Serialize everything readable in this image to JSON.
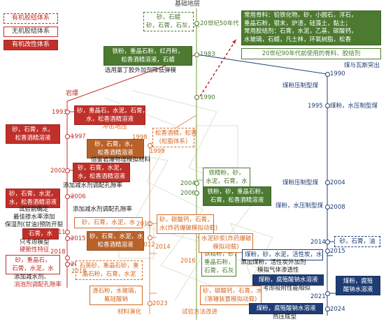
{
  "title": "基础地层",
  "legend": [
    {
      "label": "有机胶结体系"
    },
    {
      "label": "无机胶结体系"
    },
    {
      "label": "有机改性体系"
    }
  ],
  "branch_labels": {
    "rockburst": "岩爆",
    "impact": "冲击地压",
    "coal_gas": "煤与瓦斯突出",
    "material": "材料演化",
    "method": "试验方法改进"
  },
  "center": {
    "boxes": [
      {
        "lines": [
          "砂，石蜡",
          "砂，石膏，石灰，水"
        ]
      },
      {
        "lines": [
          "常用骨料：铅铁化物，砂，小圆石，浮石，",
          "重晶石粉，银末，炉渣，硅藻土，黏土；",
          "常用胶结剂：石膏，水泥，乙基，碳酸钙，",
          "水玻璃，石蜡，凡士林，环氧树脂，松香"
        ]
      },
      {
        "lines": [
          "铁粉，重晶石粉，红丹粉，",
          "松香酒精溶液，石蜡"
        ]
      },
      {
        "lines": [
          "选用氯丁胶外加剂降低弹模"
        ]
      }
    ],
    "notes": {
      "era_50s": "20世纪50年代",
      "era_90s": "20世纪90年代前使用的骨料、胶结剂"
    },
    "years": [
      "1983",
      "1990",
      "2004",
      "2006"
    ]
  },
  "left_red": {
    "years": [
      "1993",
      "1997",
      "2002",
      "2006",
      "2011",
      "2015",
      "2018",
      "2019"
    ],
    "boxes": [
      {
        "lines": [
          "砂，重晶石，水泥，石膏，",
          "水，松香酒精溶液"
        ]
      },
      {
        "lines": [
          "砂，石膏，水，",
          "松香酒精溶液"
        ]
      },
      {
        "lines": [
          "砂，石膏，水泥，",
          "水，松香酒精溶液"
        ]
      },
      {
        "lines": [
          "砂，石膏，水泥，",
          "水，松香酒精溶液"
        ]
      },
      {
        "lines": [
          "石膏，水"
        ]
      },
      {
        "lines": [
          "砂，重晶石，",
          "石膏，水泥，水"
        ]
      }
    ],
    "notes": {
      "n2002": "添加减水剂调配孔隙率",
      "n2006a": "试验前确定",
      "n2006b": "最佳掺水率添加",
      "n2006c": "保湿剂(甘油)预防开裂",
      "n2015a": "只考虑模型",
      "n2015b": "硬脆性特征",
      "n2019a": "添加减水剂、",
      "n2019b": "消泡剂调配孔隙率"
    }
  },
  "orange": {
    "years": [
      "1998",
      "1999",
      "2011",
      "2012",
      "2014",
      "2016",
      "2018",
      "2023"
    ],
    "boxes": [
      {
        "lines": [
          "砂，石膏，水，",
          "松香酒精溶液"
        ]
      },
      {
        "lines": [
          "松香酒精，松香",
          "(松脂体系)"
        ]
      },
      {
        "lines": [
          "砂，石膏，水泥，水"
        ]
      },
      {
        "lines": [
          "砂，石膏，水泥，水，",
          "松香酒精溶液"
        ]
      },
      {
        "lines": [
          "砂，碳酸钙，石膏，",
          "水(炸药爆破模拟动载)"
        ]
      },
      {
        "lines": [
          "水泥砂浆(炸药爆破",
          "模拟动载)"
        ]
      },
      {
        "lines": [
          "石英砂，重晶石砂，重",
          "晶石粉，石膏，水泥"
        ]
      },
      {
        "lines": [
          "滑石粉，水玻璃，",
          "氟硅酸钠"
        ]
      },
      {
        "lines": [
          "砂，碳酸钙，石膏，水",
          "(落锤装置模拟动载)"
        ]
      }
    ],
    "notes": {
      "n1999": "借鉴岩爆物理模拟材料",
      "n2011": "添加减水剂调配孔隙率"
    }
  },
  "green": {
    "boxes": [
      {
        "lines": [
          "铁精粉，砂，",
          "水泥，石膏，水"
        ]
      },
      {
        "lines": [
          "铁粉，砂，重晶石粉，",
          "石膏，松香酒精溶液"
        ]
      },
      {
        "lines": [
          "铁精粉，砂，",
          "重晶石粉，",
          "石膏，石灰"
        ]
      }
    ]
  },
  "navy": {
    "years": [
      "1990",
      "1995",
      "2004",
      "2008",
      "2014",
      "2015",
      "2021",
      "2024"
    ],
    "notes": {
      "n1990": "煤粉压制型煤",
      "n1995": "煤粉，水压制型煤",
      "n2004": "煤粉压制型煤",
      "n2008": "煤粉，水压制型煤",
      "n2015a": "添加煤粉，活性炭外加剂",
      "n2015b": "模拟气体渗透性",
      "n2021": "考虑吸附性能相似",
      "n2024": "热压成型"
    },
    "boxes": [
      {
        "lines": [
          "砂，石膏，油"
        ]
      },
      {
        "lines": [
          "煤粉，砂，水泥，活性炭，水"
        ]
      },
      {
        "lines": [
          "煤粉，腐殖酸钠水溶液"
        ]
      },
      {
        "lines": [
          "煤粉，腐殖",
          "酸钠水溶液"
        ]
      },
      {
        "lines": [
          "煤粉，腐殖酸钠水溶液"
        ]
      }
    ]
  },
  "colors": {
    "red": "#c0302a",
    "orange": "#d46a25",
    "brown": "#b8622a",
    "green": "#4c7a30",
    "light_green": "#8aae5e",
    "navy": "#1f3d75"
  }
}
